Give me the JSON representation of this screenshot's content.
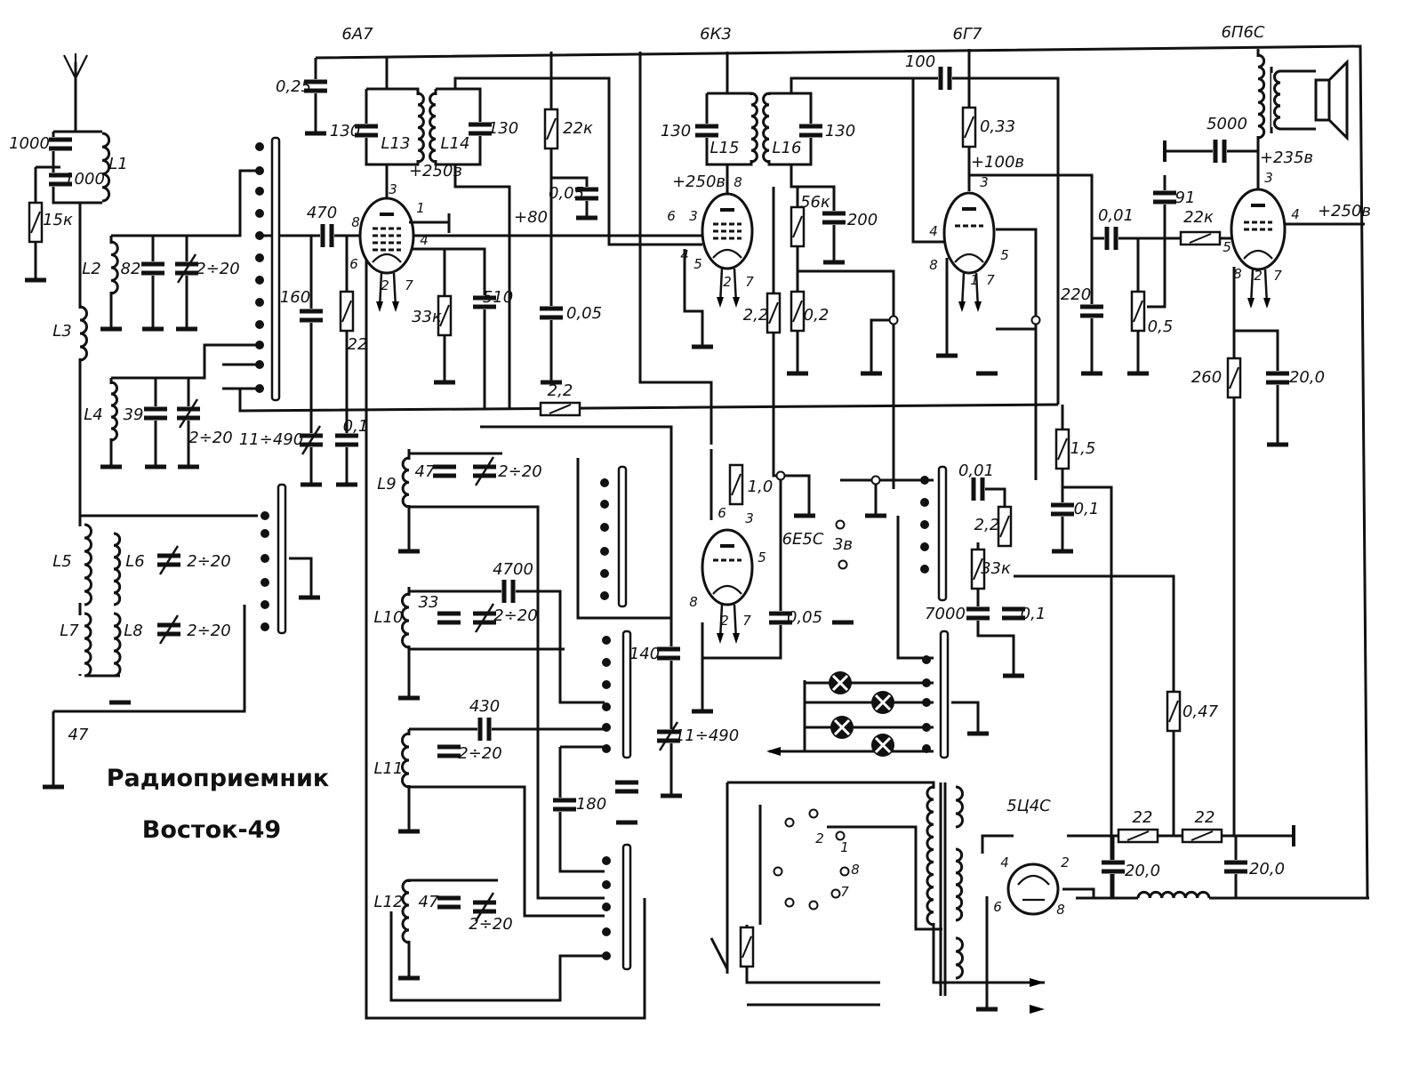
{
  "title": {
    "line1": "Радиоприемник",
    "line2": "Восток-49"
  },
  "tubes": {
    "mixer": "6А7",
    "if_amp": "6К3",
    "detector": "6Г7",
    "output": "6П6С",
    "tuning_eye": "6Е5С",
    "rectifier": "5Ц4С"
  },
  "values": [
    "0,25",
    "1000",
    "1000",
    "L1",
    "15к",
    "L2",
    "82",
    "2÷20",
    "L3",
    "L4",
    "39",
    "2÷20",
    "130",
    "L13",
    "L14",
    "130",
    "+250в",
    "22к",
    "0,05",
    "+80",
    "470",
    "160",
    "22",
    "33к",
    "510",
    "0,05",
    "2,2",
    "11÷490",
    "0,1",
    "130",
    "L15",
    "L16",
    "130",
    "+250в",
    "56к",
    "200",
    "2,2",
    "0,2",
    "100",
    "0,33",
    "+100в",
    "5000",
    "+235в",
    "91",
    "0,01",
    "22к",
    "+250в",
    "220",
    "0,5",
    "260",
    "20,0",
    "1,5",
    "0,1",
    "0,01",
    "2,2",
    "33к",
    "7000",
    "0,1",
    "0,47",
    "1,0",
    "3в",
    "0,05",
    "L5",
    "L6",
    "2÷20",
    "L7",
    "L8",
    "2÷20",
    "47",
    "L9",
    "47",
    "2÷20",
    "L10",
    "33",
    "4700",
    "2÷20",
    "140",
    "11÷490",
    "L11",
    "430",
    "2÷20",
    "180",
    "L12",
    "47",
    "2÷20",
    "22",
    "22",
    "20,0",
    "20,0"
  ],
  "pins": [
    "3",
    "1",
    "8",
    "4",
    "6",
    "2",
    "7",
    "8",
    "6",
    "3",
    "4",
    "5",
    "2",
    "7",
    "3",
    "4",
    "8",
    "5",
    "1",
    "7",
    "3",
    "4",
    "5",
    "8",
    "2",
    "7",
    "6",
    "3",
    "5",
    "8",
    "2",
    "7",
    "2",
    "4",
    "6",
    "8",
    "2",
    "1",
    "8",
    "7"
  ],
  "colors": {
    "ink": "#111111",
    "paper": "#ffffff"
  }
}
